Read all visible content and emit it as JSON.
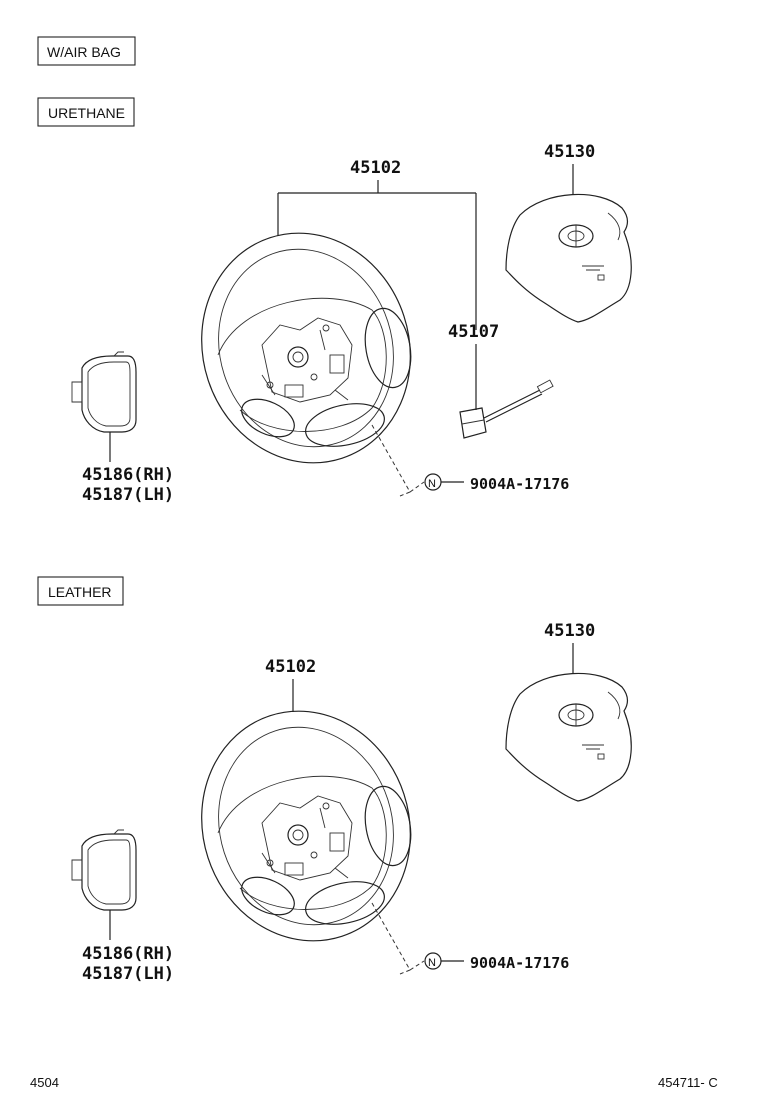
{
  "labels": {
    "air_bag": "W/AIR BAG",
    "urethane": "URETHANE",
    "leather": "LEATHER"
  },
  "urethane_section": {
    "wheel": "45102",
    "pad": "45130",
    "wire": "45107",
    "cover_rh": "45186(RH)",
    "cover_lh": "45187(LH)",
    "note_symbol": "N",
    "screw": "9004A-17176"
  },
  "leather_section": {
    "wheel": "45102",
    "pad": "45130",
    "cover_rh": "45186(RH)",
    "cover_lh": "45187(LH)",
    "note_symbol": "N",
    "screw": "9004A-17176"
  },
  "footer": {
    "page": "4504",
    "ref": "454711- C"
  },
  "icons": [
    "steering-wheel-icon",
    "airbag-pad-icon",
    "toyota-emblem-icon",
    "wire-harness-icon",
    "cover-icon",
    "note-n-icon"
  ]
}
